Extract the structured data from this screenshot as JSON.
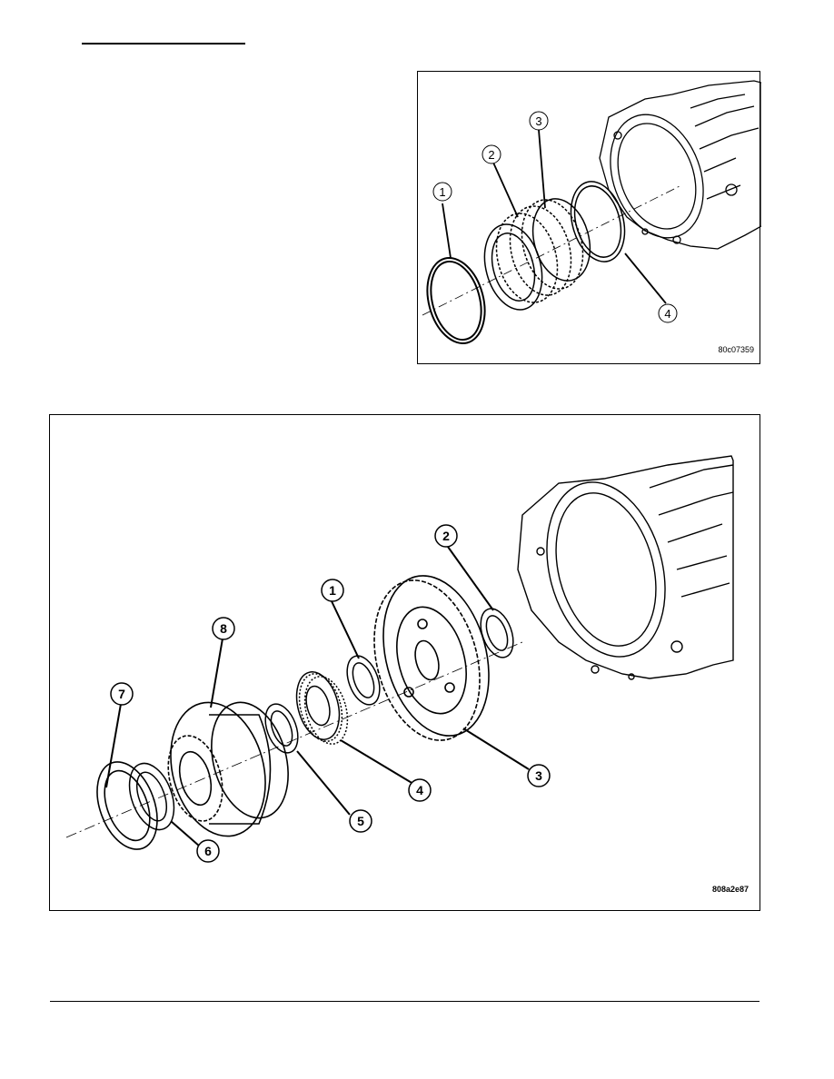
{
  "figures": [
    {
      "code": "80c07359",
      "callouts": [
        "1",
        "2",
        "3",
        "4"
      ]
    },
    {
      "code": "808a2e87",
      "callouts": [
        "1",
        "2",
        "3",
        "4",
        "5",
        "6",
        "7",
        "8"
      ]
    }
  ]
}
